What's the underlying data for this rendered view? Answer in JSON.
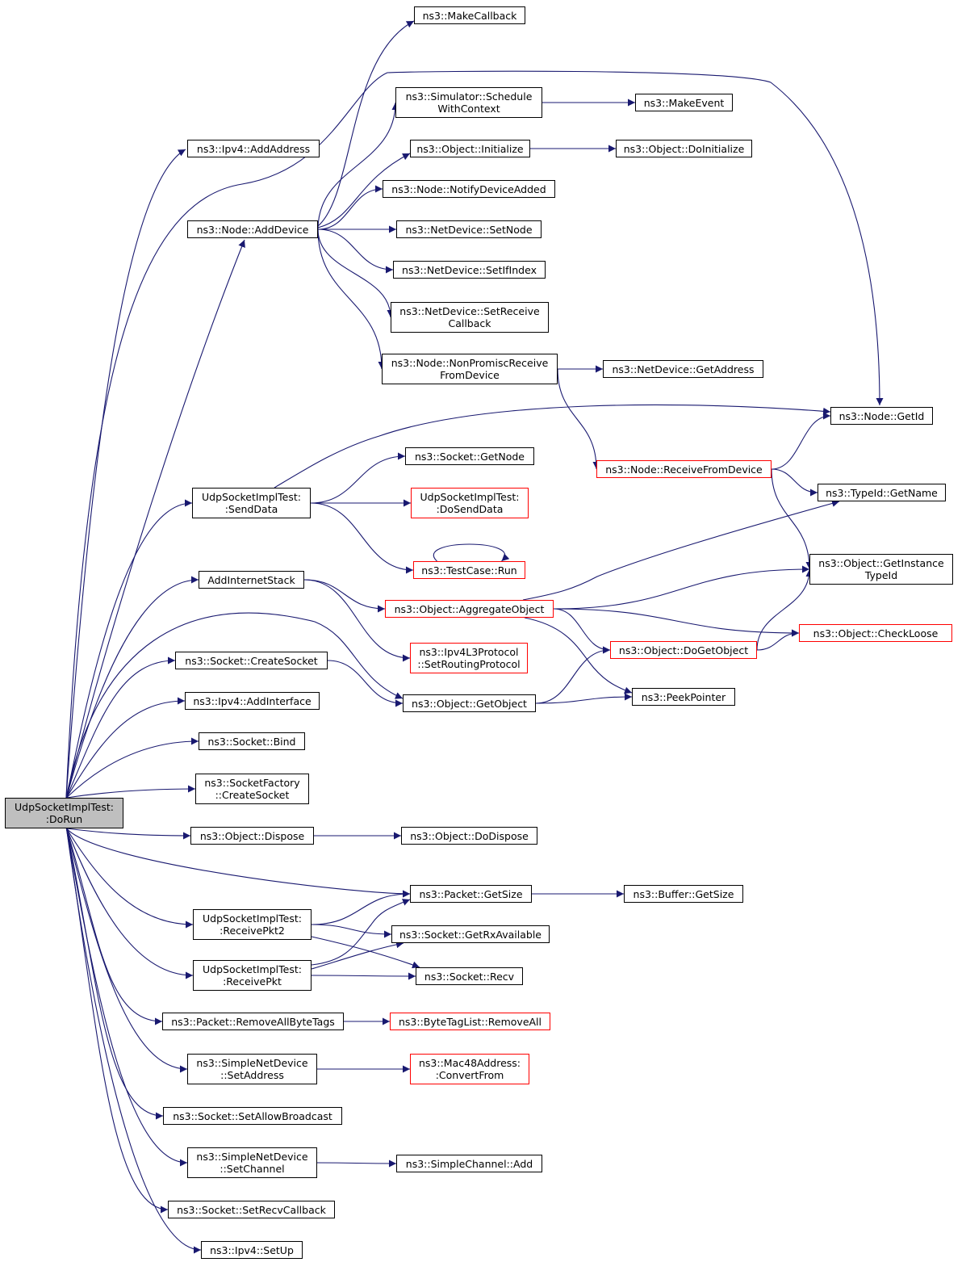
{
  "diagram": {
    "colors": {
      "edge": "#191970",
      "border": "#000000",
      "truncated_border": "#ff0000",
      "root_fill": "#bfbfbf"
    },
    "nodes": {
      "root": [
        "UdpSocketImplTest:",
        ":DoRun"
      ],
      "makecallback": [
        "ns3::MakeCallback"
      ],
      "ipv4_addaddress": [
        "ns3::Ipv4::AddAddress"
      ],
      "sim_schedule": [
        "ns3::Simulator::Schedule",
        "WithContext"
      ],
      "makeevent": [
        "ns3::MakeEvent"
      ],
      "obj_initialize": [
        "ns3::Object::Initialize"
      ],
      "obj_doinitialize": [
        "ns3::Object::DoInitialize"
      ],
      "node_notify": [
        "ns3::Node::NotifyDeviceAdded"
      ],
      "node_adddevice": [
        "ns3::Node::AddDevice"
      ],
      "nd_setnode": [
        "ns3::NetDevice::SetNode"
      ],
      "nd_setifindex": [
        "ns3::NetDevice::SetIfIndex"
      ],
      "nd_setreceive": [
        "ns3::NetDevice::SetReceive",
        "Callback"
      ],
      "node_nonpromisc": [
        "ns3::Node::NonPromiscReceive",
        "FromDevice"
      ],
      "nd_getaddress": [
        "ns3::NetDevice::GetAddress"
      ],
      "node_getid": [
        "ns3::Node::GetId"
      ],
      "socket_getnode": [
        "ns3::Socket::GetNode"
      ],
      "node_receivefromdevice": [
        "ns3::Node::ReceiveFromDevice"
      ],
      "senddata": [
        "UdpSocketImplTest:",
        ":SendData"
      ],
      "dosenddata": [
        "UdpSocketImplTest:",
        ":DoSendData"
      ],
      "typeid_getname": [
        "ns3::TypeId::GetName"
      ],
      "testcase_run": [
        "ns3::TestCase::Run"
      ],
      "getinstancetypeid": [
        "ns3::Object::GetInstance",
        "TypeId"
      ],
      "addinternetstack": [
        "AddInternetStack"
      ],
      "aggregateobject": [
        "ns3::Object::AggregateObject"
      ],
      "checkloose": [
        "ns3::Object::CheckLoose"
      ],
      "dogetobject": [
        "ns3::Object::DoGetObject"
      ],
      "setroutingprotocol": [
        "ns3::Ipv4L3Protocol",
        "::SetRoutingProtocol"
      ],
      "createsocket": [
        "ns3::Socket::CreateSocket"
      ],
      "peekpointer": [
        "ns3::PeekPointer"
      ],
      "getobject": [
        "ns3::Object::GetObject"
      ],
      "ipv4_addinterface": [
        "ns3::Ipv4::AddInterface"
      ],
      "socket_bind": [
        "ns3::Socket::Bind"
      ],
      "factory_createsocket": [
        "ns3::SocketFactory",
        "::CreateSocket"
      ],
      "obj_dispose": [
        "ns3::Object::Dispose"
      ],
      "obj_dodispose": [
        "ns3::Object::DoDispose"
      ],
      "packet_getsize": [
        "ns3::Packet::GetSize"
      ],
      "buffer_getsize": [
        "ns3::Buffer::GetSize"
      ],
      "receivepkt2": [
        "UdpSocketImplTest:",
        ":ReceivePkt2"
      ],
      "getrxavailable": [
        "ns3::Socket::GetRxAvailable"
      ],
      "receivepkt": [
        "UdpSocketImplTest:",
        ":ReceivePkt"
      ],
      "socket_recv": [
        "ns3::Socket::Recv"
      ],
      "removeallbytetags": [
        "ns3::Packet::RemoveAllByteTags"
      ],
      "bytetaglist_removeall": [
        "ns3::ByteTagList::RemoveAll"
      ],
      "snd_setaddress": [
        "ns3::SimpleNetDevice",
        "::SetAddress"
      ],
      "mac48_convertfrom": [
        "ns3::Mac48Address:",
        ":ConvertFrom"
      ],
      "setallowbroadcast": [
        "ns3::Socket::SetAllowBroadcast"
      ],
      "snd_setchannel": [
        "ns3::SimpleNetDevice",
        "::SetChannel"
      ],
      "simplechannel_add": [
        "ns3::SimpleChannel::Add"
      ],
      "setrecvcallback": [
        "ns3::Socket::SetRecvCallback"
      ],
      "ipv4_setup": [
        "ns3::Ipv4::SetUp"
      ]
    },
    "truncated": [
      "node_receivefromdevice",
      "dosenddata",
      "testcase_run",
      "aggregateobject",
      "checkloose",
      "dogetobject",
      "setroutingprotocol",
      "bytetaglist_removeall",
      "mac48_convertfrom"
    ],
    "edges": [
      [
        "root",
        "ipv4_addaddress"
      ],
      [
        "root",
        "node_adddevice"
      ],
      [
        "root",
        "node_getid"
      ],
      [
        "root",
        "senddata"
      ],
      [
        "root",
        "addinternetstack"
      ],
      [
        "root",
        "getobject"
      ],
      [
        "root",
        "createsocket"
      ],
      [
        "root",
        "ipv4_addinterface"
      ],
      [
        "root",
        "socket_bind"
      ],
      [
        "root",
        "factory_createsocket"
      ],
      [
        "root",
        "obj_dispose"
      ],
      [
        "root",
        "packet_getsize"
      ],
      [
        "root",
        "receivepkt2"
      ],
      [
        "root",
        "receivepkt"
      ],
      [
        "root",
        "removeallbytetags"
      ],
      [
        "root",
        "snd_setaddress"
      ],
      [
        "root",
        "setallowbroadcast"
      ],
      [
        "root",
        "snd_setchannel"
      ],
      [
        "root",
        "setrecvcallback"
      ],
      [
        "root",
        "ipv4_setup"
      ],
      [
        "node_adddevice",
        "makecallback"
      ],
      [
        "node_adddevice",
        "sim_schedule"
      ],
      [
        "node_adddevice",
        "obj_initialize"
      ],
      [
        "node_adddevice",
        "node_notify"
      ],
      [
        "node_adddevice",
        "nd_setnode"
      ],
      [
        "node_adddevice",
        "nd_setifindex"
      ],
      [
        "node_adddevice",
        "nd_setreceive"
      ],
      [
        "node_adddevice",
        "node_nonpromisc"
      ],
      [
        "sim_schedule",
        "makeevent"
      ],
      [
        "obj_initialize",
        "obj_doinitialize"
      ],
      [
        "node_nonpromisc",
        "nd_getaddress"
      ],
      [
        "node_nonpromisc",
        "node_receivefromdevice"
      ],
      [
        "node_receivefromdevice",
        "node_getid"
      ],
      [
        "node_receivefromdevice",
        "typeid_getname"
      ],
      [
        "node_receivefromdevice",
        "getinstancetypeid"
      ],
      [
        "senddata",
        "node_getid"
      ],
      [
        "senddata",
        "socket_getnode"
      ],
      [
        "senddata",
        "dosenddata"
      ],
      [
        "senddata",
        "testcase_run"
      ],
      [
        "testcase_run",
        "testcase_run"
      ],
      [
        "addinternetstack",
        "aggregateobject"
      ],
      [
        "addinternetstack",
        "setroutingprotocol"
      ],
      [
        "aggregateobject",
        "typeid_getname"
      ],
      [
        "aggregateobject",
        "getinstancetypeid"
      ],
      [
        "aggregateobject",
        "checkloose"
      ],
      [
        "aggregateobject",
        "dogetobject"
      ],
      [
        "aggregateobject",
        "peekpointer"
      ],
      [
        "dogetobject",
        "getinstancetypeid"
      ],
      [
        "dogetobject",
        "checkloose"
      ],
      [
        "createsocket",
        "getobject"
      ],
      [
        "getobject",
        "dogetobject"
      ],
      [
        "getobject",
        "peekpointer"
      ],
      [
        "obj_dispose",
        "obj_dodispose"
      ],
      [
        "packet_getsize",
        "buffer_getsize"
      ],
      [
        "receivepkt2",
        "packet_getsize"
      ],
      [
        "receivepkt2",
        "getrxavailable"
      ],
      [
        "receivepkt2",
        "socket_recv"
      ],
      [
        "receivepkt",
        "packet_getsize"
      ],
      [
        "receivepkt",
        "getrxavailable"
      ],
      [
        "receivepkt",
        "socket_recv"
      ],
      [
        "removeallbytetags",
        "bytetaglist_removeall"
      ],
      [
        "snd_setaddress",
        "mac48_convertfrom"
      ],
      [
        "snd_setchannel",
        "simplechannel_add"
      ]
    ]
  }
}
